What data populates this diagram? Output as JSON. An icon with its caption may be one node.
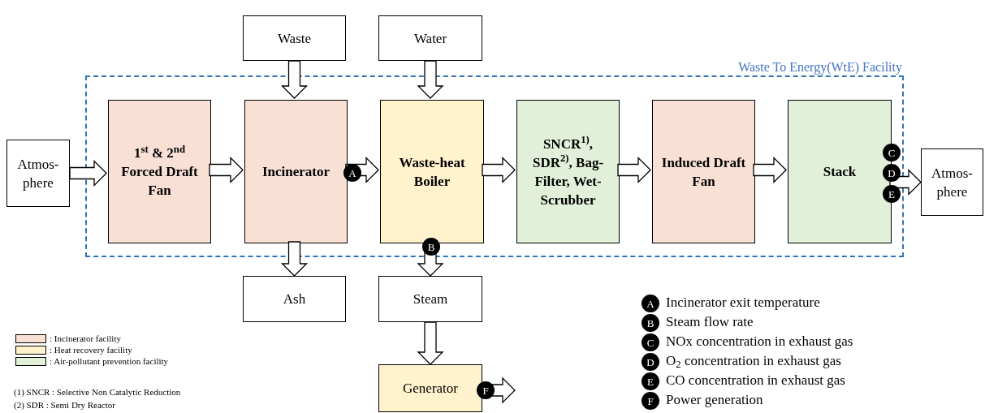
{
  "diagram": {
    "nodes": [
      {
        "text": [
          "Waste To Energy(WtE) Facility"
        ]
      },
      {
        "text": [
          "Atmos- phere"
        ]
      },
      {
        "text": [
          "1$^{st}$ & 2$^{nd}$ Forced Draft Fan"
        ],
        "in": 0
      },
      {
        "text": [
          "Incinerator"
        ],
        "in": 0
      },
      {
        "text": [
          "Waste-heat Boiler"
        ],
        "in": 0
      },
      {
        "text": [
          "SNCR$^{1)}$, SDR$^{2)}$, Bag-Filter, Wet-Scrubber"
        ],
        "in": 0
      },
      {
        "text": [
          "Induced Draft Fan"
        ],
        "in": 0
      },
      {
        "text": [
          "Stack"
        ],
        "in": 0
      },
      {
        "text": [
          "Atmos- phere"
        ]
      },
      {
        "text": [
          "Waste"
        ]
      },
      {
        "text": [
          "Water"
        ]
      },
      {
        "text": [
          "Ash"
        ]
      },
      {
        "text": [
          "Steam"
        ]
      },
      {
        "text": [
          "Generator"
        ]
      },
      {
        "text": [
          "A"
        ],
        "in": 0
      },
      {
        "text": [
          "B"
        ],
        "in": 0
      },
      {
        "text": [
          "C"
        ],
        "in": 0
      },
      {
        "text": [
          "D"
        ],
        "in": 0
      },
      {
        "text": [
          "E"
        ],
        "in": 0
      },
      {
        "text": [
          "F"
        ]
      },
      {
        "text": [
          "A"
        ],
        "beside": [
          "Incinerator exit temperature"
        ]
      },
      {
        "text": [
          "B"
        ],
        "beside": [
          "Steam flow rate"
        ]
      },
      {
        "text": [
          "C"
        ],
        "beside": [
          "NOx concentration in exhaust gas"
        ]
      },
      {
        "text": [
          "D"
        ],
        "beside": [
          "O$_{2}$ concentration in exhaust gas"
        ]
      },
      {
        "text": [
          "E"
        ],
        "beside": [
          "CO concentration in exhaust gas"
        ]
      },
      {
        "text": [
          "F"
        ],
        "beside": [
          "Power generation"
        ]
      }
    ],
    "edges": [
      {
        "from": 1,
        "to": 2,
        "arrow": "to"
      },
      {
        "from": 2,
        "to": 3,
        "arrow": "to"
      },
      {
        "from": 3,
        "to": 4,
        "arrow": "to"
      },
      {
        "from": 4,
        "to": 5,
        "arrow": "to"
      },
      {
        "from": 5,
        "to": 6,
        "arrow": "to"
      },
      {
        "from": 6,
        "to": 7,
        "arrow": "to"
      },
      {
        "from": 7,
        "to": 8,
        "arrow": "to"
      },
      {
        "from": 9,
        "to": 3,
        "arrow": "to"
      },
      {
        "from": 10,
        "to": 4,
        "arrow": "to"
      },
      {
        "from": 3,
        "to": 11,
        "arrow": "to"
      },
      {
        "from": 4,
        "to": 12,
        "arrow": "to"
      },
      {
        "from": 12,
        "to": 13,
        "arrow": "to"
      },
      {
        "from": 13,
        "to": null,
        "arrow": "to"
      }
    ],
    "labels": [
      "(1) SNCR : Selective Non Catalytic Reduction",
      "(2) SDR : Semi Dry Reactor"
    ],
    "legend": [
      {
        "text": ": Incinerator facility",
        "color": "#f8e0d4"
      },
      {
        "text": ": Heat recovery facility",
        "color": "#fff2cc"
      },
      {
        "text": ": Air-pollutant prevention facility",
        "color": "#e2efd9"
      }
    ]
  }
}
